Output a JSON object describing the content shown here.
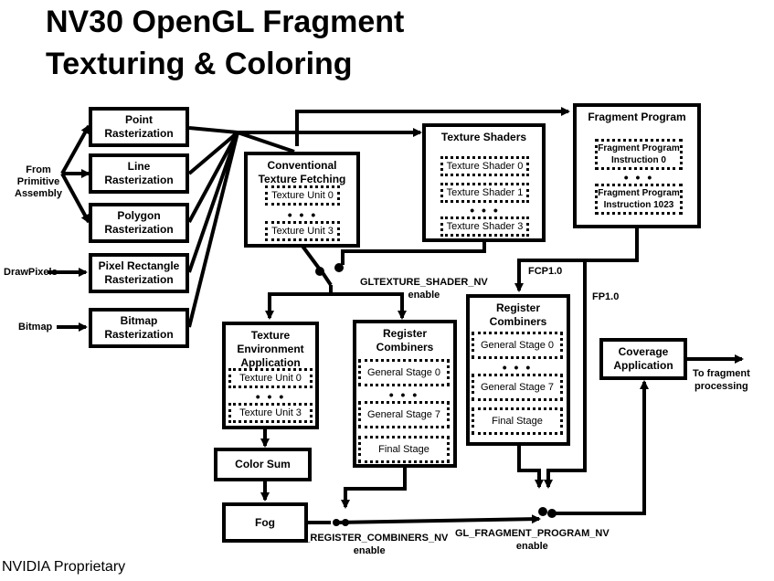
{
  "title": {
    "line1": "NV30 OpenGL Fragment",
    "line2": "Texturing & Coloring"
  },
  "inputs": {
    "from_primitive": "From\nPrimitive\nAssembly",
    "drawpixels": "DrawPixels",
    "bitmap": "Bitmap"
  },
  "rasterization": {
    "point": "Point\nRasterization",
    "line": "Line\nRasterization",
    "polygon": "Polygon\nRasterization",
    "pixel_rect": "Pixel Rectangle\nRasterization",
    "bitmap": "Bitmap\nRasterization"
  },
  "conventional": {
    "title": "Conventional\nTexture Fetching",
    "unit0": "Texture Unit 0",
    "unit3": "Texture Unit 3",
    "dots": "• • •"
  },
  "texture_shaders": {
    "title": "Texture Shaders",
    "shader0": "Texture Shader 0",
    "shader1": "Texture Shader 1",
    "shader3": "Texture Shader  3",
    "dots": "• • •"
  },
  "fragment_program": {
    "title": "Fragment Program",
    "instr0": "Fragment Program\nInstruction  0",
    "instr1023": "Fragment Program\nInstruction  1023",
    "dots": "• • •"
  },
  "switches": {
    "texture_shader": "GLTEXTURE_SHADER_NV\nenable",
    "register_combiners": "GL_REGISTER_COMBINERS_NV\nenable",
    "fragment_program": "GL_FRAGMENT_PROGRAM_NV\nenable"
  },
  "paths": {
    "fcp": "FCP1.0",
    "fp": "FP1.0"
  },
  "texture_env": {
    "title": "Texture\nEnvironment\nApplication",
    "unit0": "Texture Unit 0",
    "unit3": "Texture Unit 3",
    "dots": "• • •"
  },
  "register_combiners_left": {
    "title": "Register\nCombiners",
    "stage0": "General Stage 0",
    "stage7": "General Stage 7",
    "final": "Final Stage",
    "dots": "• • •"
  },
  "register_combiners_right": {
    "title": "Register\nCombiners",
    "stage0": "General Stage 0",
    "stage7": "General Stage 7",
    "final": "Final Stage",
    "dots": "• • •"
  },
  "color_sum": "Color Sum",
  "fog": "Fog",
  "coverage": "Coverage\nApplication",
  "output": "To fragment\nprocessing",
  "footer": "NVIDIA Proprietary"
}
